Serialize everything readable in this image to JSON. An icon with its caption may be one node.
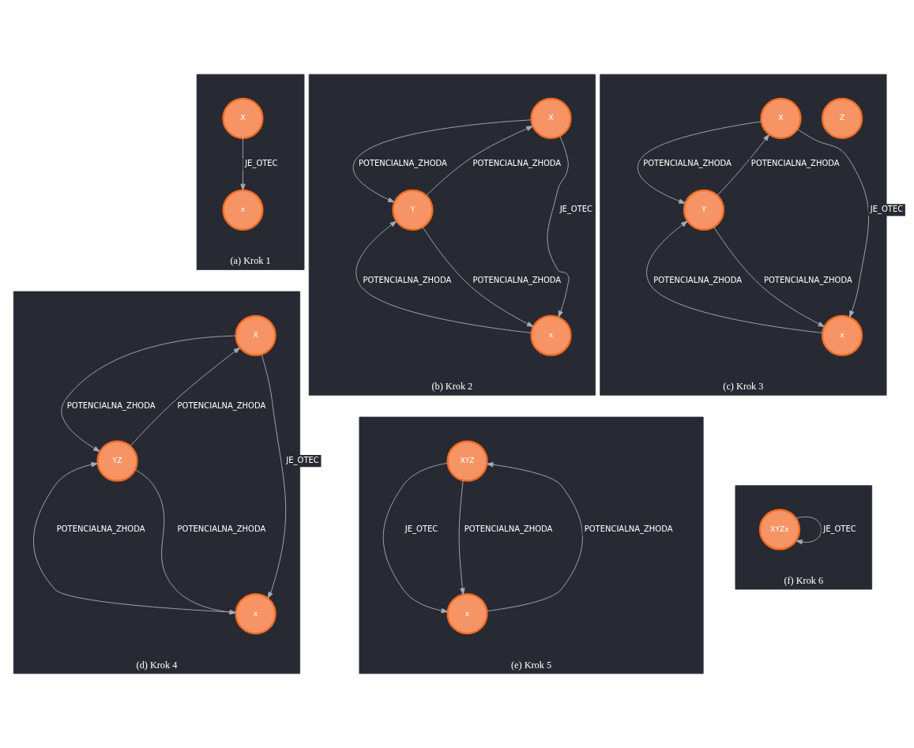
{
  "diagram": {
    "nodes": [
      {
        "text": [
          "(a) Krok 1"
        ]
      },
      {
        "text": [
          "X"
        ],
        "in": 0
      },
      {
        "text": [
          "x"
        ],
        "in": 0
      },
      {
        "text": [
          "(b) Krok 2"
        ]
      },
      {
        "text": [
          "X"
        ],
        "in": 3
      },
      {
        "text": [
          "Y"
        ],
        "in": 3
      },
      {
        "text": [
          "x"
        ],
        "in": 3
      },
      {
        "text": [
          "(c) Krok 3"
        ]
      },
      {
        "text": [
          "Z"
        ],
        "in": 7
      },
      {
        "text": [
          "X"
        ],
        "in": 7
      },
      {
        "text": [
          "Y"
        ],
        "in": 7
      },
      {
        "text": [
          "x"
        ],
        "in": 7
      },
      {
        "text": [
          "(d) Krok 4"
        ]
      },
      {
        "text": [
          "X"
        ],
        "in": 12
      },
      {
        "text": [
          "YZ"
        ],
        "in": 12
      },
      {
        "text": [
          "x"
        ],
        "in": 12
      },
      {
        "text": [
          "(e) Krok 5"
        ]
      },
      {
        "text": [
          "XYZ"
        ],
        "in": 16
      },
      {
        "text": [
          "x"
        ],
        "in": 16
      },
      {
        "text": [
          "(f) Krok 6"
        ]
      },
      {
        "text": [
          "XYZx"
        ],
        "in": 19
      }
    ],
    "edges": [
      {
        "from": 1,
        "to": 2,
        "arrow": "to",
        "label": "JE_OTEC"
      },
      {
        "from": 5,
        "to": 4,
        "arrow": "to",
        "label": "POTENCIALNA_ZHODA"
      },
      {
        "from": 4,
        "to": 5,
        "arrow": "to",
        "label": "POTENCIALNA_ZHODA"
      },
      {
        "from": 4,
        "to": 6,
        "arrow": "to",
        "label": "JE_OTEC"
      },
      {
        "from": 5,
        "to": 6,
        "arrow": "to",
        "label": "POTENCIALNA_ZHODA"
      },
      {
        "from": 6,
        "to": 5,
        "arrow": "to",
        "label": "POTENCIALNA_ZHODA"
      },
      {
        "from": 10,
        "to": 9,
        "arrow": "to",
        "label": "POTENCIALNA_ZHODA"
      },
      {
        "from": 9,
        "to": 10,
        "arrow": "to",
        "label": "POTENCIALNA_ZHODA"
      },
      {
        "from": 9,
        "to": 11,
        "arrow": "to",
        "label": "JE_OTEC"
      },
      {
        "from": 10,
        "to": 11,
        "arrow": "to",
        "label": "POTENCIALNA_ZHODA"
      },
      {
        "from": 11,
        "to": 10,
        "arrow": "to",
        "label": "POTENCIALNA_ZHODA"
      },
      {
        "from": 14,
        "to": 13,
        "arrow": "to",
        "label": "POTENCIALNA_ZHODA"
      },
      {
        "from": 13,
        "to": 14,
        "arrow": "to",
        "label": "POTENCIALNA_ZHODA"
      },
      {
        "from": 13,
        "to": 15,
        "arrow": "to",
        "label": "JE_OTEC"
      },
      {
        "from": 14,
        "to": 15,
        "arrow": "to",
        "label": "POTENCIALNA_ZHODA"
      },
      {
        "from": 15,
        "to": 14,
        "arrow": "to",
        "label": "POTENCIALNA_ZHODA"
      },
      {
        "from": 18,
        "to": 17,
        "arrow": "to",
        "label": "POTENCIALNA_ZHODA"
      },
      {
        "from": 17,
        "to": 18,
        "arrow": "to",
        "label": "JE_OTEC"
      },
      {
        "from": 17,
        "to": 18,
        "arrow": "to",
        "label": "POTENCIALNA_ZHODA"
      },
      {
        "from": 20,
        "to": 20,
        "arrow": "to",
        "label": "JE_OTEC"
      }
    ]
  }
}
